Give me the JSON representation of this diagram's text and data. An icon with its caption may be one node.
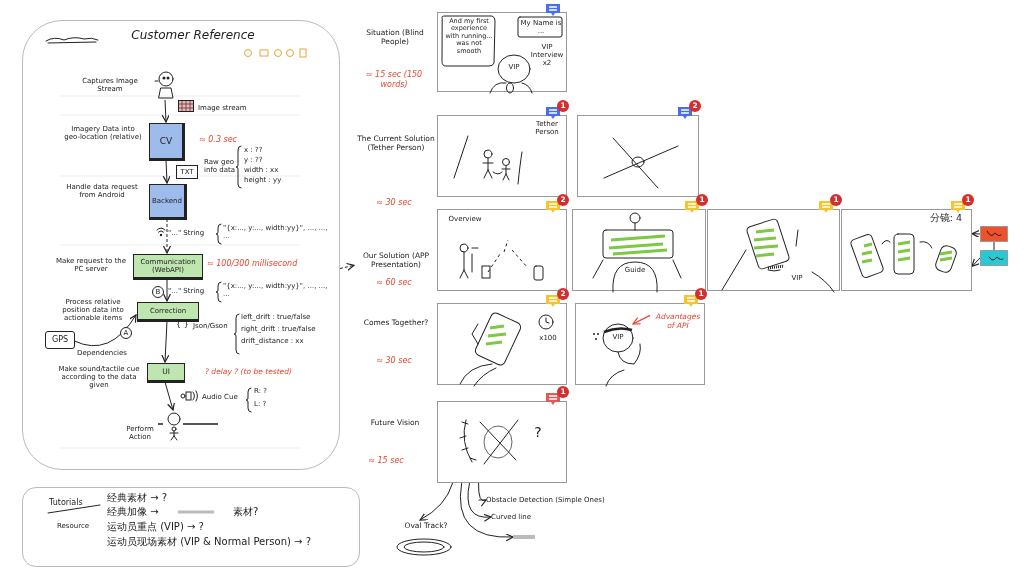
{
  "diagram": {
    "nodes": [
      {
        "text": [
          "Customer Reference"
        ]
      },
      {
        "text": [],
        "shape": "person",
        "in": 0,
        "beside": [
          "Captures Image Stream"
        ]
      },
      {
        "text": [
          "CV"
        ],
        "in": 0,
        "beside": [
          "Imagery Data into geo-location (relative)",
          "≈ 0.3 sec"
        ]
      },
      {
        "text": [
          "Backend"
        ],
        "in": 0,
        "beside": [
          "Handle data request from Android"
        ]
      },
      {
        "text": [
          "Communication (WebAPI)"
        ],
        "in": 0,
        "beside": [
          "Make request to the PC server",
          "≈ 100/300 millisecond"
        ]
      },
      {
        "text": [
          "Correction"
        ],
        "in": 0,
        "beside": [
          "Process relative position data into actionable items"
        ]
      },
      {
        "text": [
          "UI"
        ],
        "in": 0,
        "beside": [
          "Make sound/tactile cue according to the data given",
          "? delay ? (to be tested)"
        ]
      },
      {
        "text": [],
        "shape": "person",
        "in": 0,
        "beside": [
          "Perform Action"
        ]
      },
      {
        "text": [
          "GPS"
        ],
        "in": 0,
        "beside": [
          "Dependencies"
        ]
      },
      {
        "text": [
          "And my first experience with running... was not smooth",
          "My Name is ...",
          "VIP",
          "VIP Interview x2"
        ]
      },
      {
        "text": [
          "Tether Person"
        ]
      },
      {
        "text": [],
        "shape": "box"
      },
      {
        "text": [
          "Overview"
        ]
      },
      {
        "text": [
          "Guide"
        ]
      },
      {
        "text": [
          "VIP"
        ]
      },
      {
        "text": [
          "分镜: 4"
        ]
      },
      {
        "text": [],
        "shape": "picture"
      },
      {
        "text": [],
        "shape": "picture"
      },
      {
        "text": [
          "x100"
        ]
      },
      {
        "text": [
          "VIP"
        ]
      },
      {
        "text": [
          "Advantages of API"
        ],
        "in": 19
      },
      {
        "text": [
          "?"
        ]
      },
      {
        "text": [
          "Obstacle Detection (Simple Ones)"
        ]
      },
      {
        "text": [
          "Curved line"
        ]
      },
      {
        "text": [],
        "shape": "bar"
      },
      {
        "text": [
          "Oval Track?"
        ]
      },
      {
        "text": [
          "Tutorials",
          "Resource",
          "经典素材 → ?",
          "经典加像 →",
          "素材?",
          "运动员重点 (VIP) → ?",
          "运动员现场素材 (VIP & Normal Person) → ?"
        ]
      },
      {
        "text": [
          "Our Solution (APP Presentation)"
        ]
      }
    ],
    "edges": [
      {
        "from": 1,
        "to": 2,
        "arrow": "to"
      },
      {
        "from": 2,
        "to": 3,
        "arrow": "to"
      },
      {
        "from": 3,
        "to": 4,
        "arrow": "to",
        "style": "dashed"
      },
      {
        "from": 4,
        "to": 5,
        "arrow": "to",
        "label": "B"
      },
      {
        "from": 5,
        "to": 6,
        "arrow": "to"
      },
      {
        "from": 6,
        "to": 7,
        "arrow": "to"
      },
      {
        "from": 8,
        "to": 5,
        "arrow": "to",
        "label": "A"
      },
      {
        "from": 0,
        "to": 27,
        "arrow": "to",
        "style": "dashed"
      },
      {
        "from": 16,
        "to": 15,
        "arrow": "to"
      },
      {
        "from": 17,
        "to": 15,
        "arrow": "to"
      },
      {
        "from": 16,
        "to": 17,
        "arrow": "none"
      },
      {
        "from": 20,
        "to": null,
        "arrow": "to",
        "color": "#e8432f"
      },
      {
        "from": 21,
        "to": 22,
        "arrow": "to"
      },
      {
        "from": 21,
        "to": 23,
        "arrow": "to"
      },
      {
        "from": 21,
        "to": 24,
        "arrow": "to"
      },
      {
        "from": 21,
        "to": 25,
        "arrow": "to"
      }
    ],
    "labels": [
      "Image stream",
      "TXT",
      "Raw geo info data",
      "x : ??",
      "y : ??",
      "width : xx",
      "height : yy",
      "\"...\" String",
      "\"{x:..., y:..., width:yy}\", ..., ..., ...",
      "\"...\" String",
      "\"{x:..., y:..., width:yy}\", ..., ..., ...",
      "{ }",
      "Json/Gson",
      "left_drift : true/false",
      "right_drift : true/false",
      "drift_distance : xx",
      "Audio Cue",
      "R: ?",
      "L: ?",
      "Situation (Blind People)",
      "≈ 15 sec (150 words)",
      "The Current Solution (Tether Person)",
      "≈ 30 sec",
      "≈ 60 sec",
      "Comes Together?",
      "≈ 30 sec",
      "Future Vision",
      "≈ 15 sec",
      "1",
      "2",
      "2",
      "1",
      "1",
      "1",
      "2",
      "1",
      "1"
    ]
  }
}
